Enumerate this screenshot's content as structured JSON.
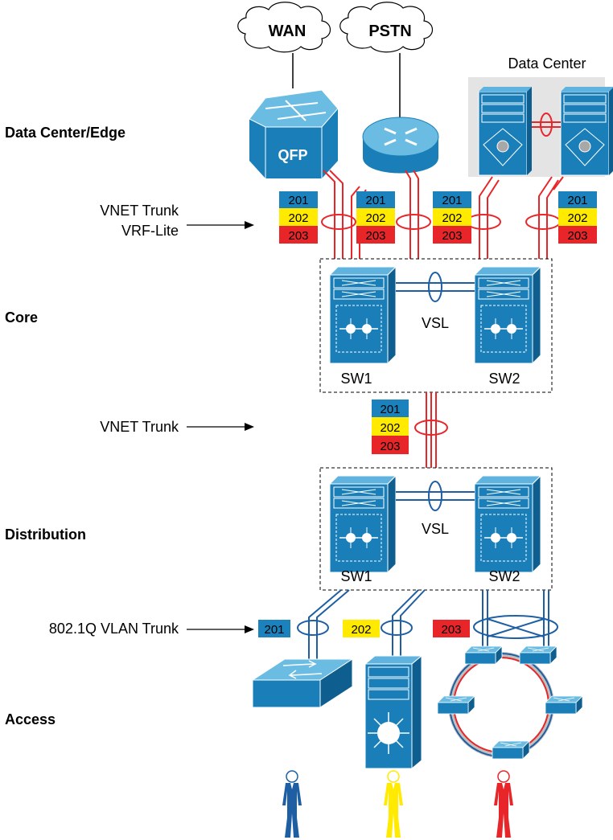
{
  "clouds": {
    "wan": "WAN",
    "pstn": "PSTN"
  },
  "data_center_label": "Data Center",
  "qfp_label": "QFP",
  "layers": {
    "edge": "Data Center/Edge",
    "core": "Core",
    "distribution": "Distribution",
    "access": "Access"
  },
  "trunks": {
    "vnet_trunk": "VNET Trunk",
    "vrf_lite": "VRF-Lite",
    "vnet_trunk_2": "VNET Trunk",
    "dot1q": "802.1Q VLAN Trunk"
  },
  "vlans": {
    "v201": "201",
    "v202": "202",
    "v203": "203"
  },
  "core": {
    "sw1": "SW1",
    "sw2": "SW2",
    "vsl": "VSL"
  },
  "distribution": {
    "sw1": "SW1",
    "sw2": "SW2",
    "vsl": "VSL"
  },
  "colors": {
    "cisco_blue": "#1a7fb8",
    "vlan201": "#1b82bd",
    "vlan202": "#ffea00",
    "vlan203": "#e8262a",
    "link_red": "#e8262a",
    "link_blue": "#1e5fa3",
    "user_blue": "#1e5fa3",
    "user_yellow": "#ffea00",
    "user_red": "#e8262a"
  }
}
